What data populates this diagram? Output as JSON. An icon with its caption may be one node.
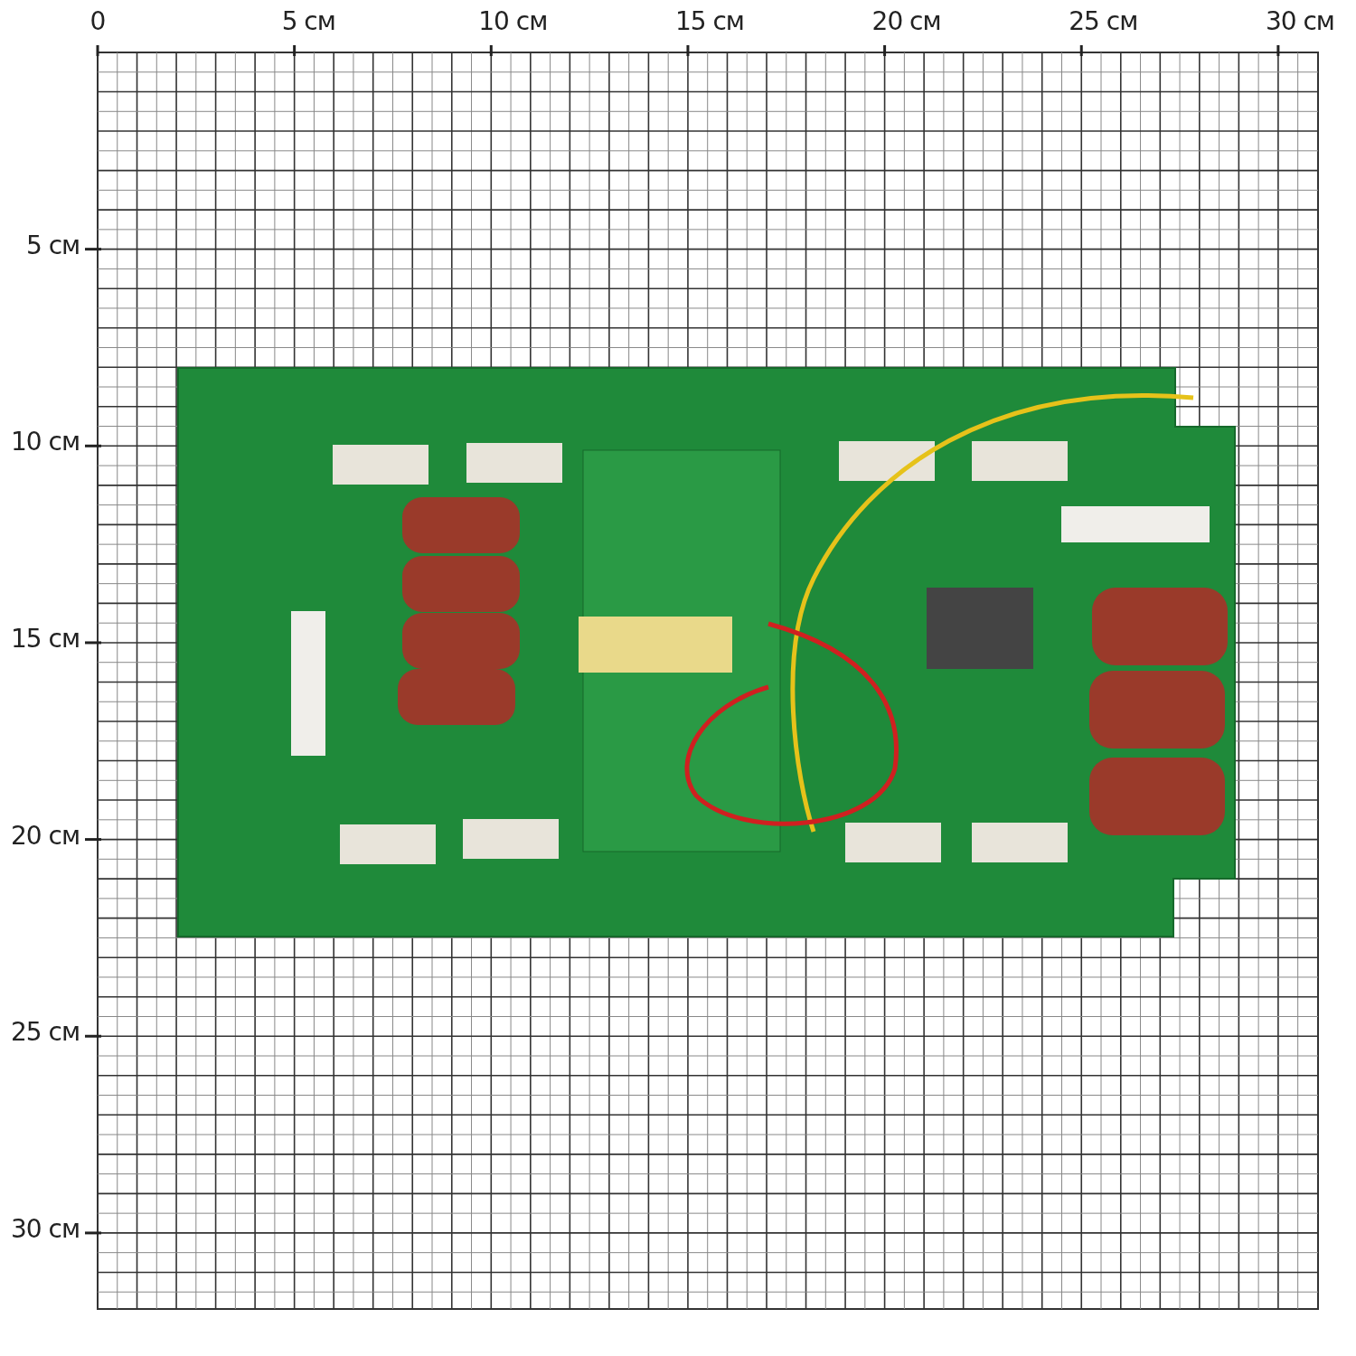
{
  "diagram": {
    "labels": [
      "0",
      "5 см",
      "10 см",
      "15 см",
      "20 см",
      "25 см",
      "30 см",
      "5 см",
      "10 см",
      "15 см",
      "20 см",
      "25 см",
      "30 см"
    ]
  }
}
